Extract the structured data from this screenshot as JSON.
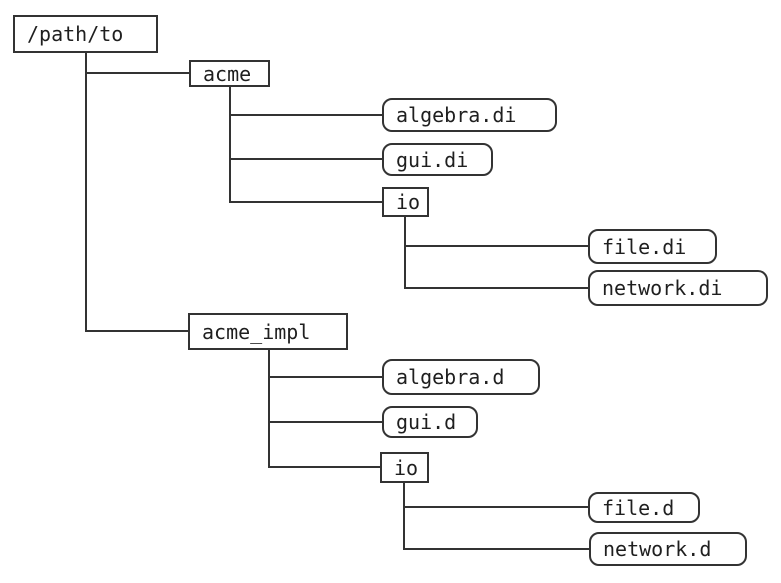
{
  "diagram": {
    "kind": "directory-tree",
    "colors": {
      "background": "#ffffff",
      "stroke": "#333333",
      "text": "#1f1f1f"
    },
    "legend": {
      "directory_shape": "rectangle",
      "file_shape": "rounded-rectangle"
    },
    "nodes": [
      {
        "id": "path-to",
        "label": "/path/to",
        "kind": "directory",
        "parent": null
      },
      {
        "id": "acme",
        "label": "acme",
        "kind": "directory",
        "parent": "path-to"
      },
      {
        "id": "algebra-di",
        "label": "algebra.di",
        "kind": "file",
        "parent": "acme"
      },
      {
        "id": "gui-di",
        "label": "gui.di",
        "kind": "file",
        "parent": "acme"
      },
      {
        "id": "acme-io",
        "label": "io",
        "kind": "directory",
        "parent": "acme"
      },
      {
        "id": "file-di",
        "label": "file.di",
        "kind": "file",
        "parent": "acme-io"
      },
      {
        "id": "network-di",
        "label": "network.di",
        "kind": "file",
        "parent": "acme-io"
      },
      {
        "id": "acme-impl",
        "label": "acme_impl",
        "kind": "directory",
        "parent": "path-to"
      },
      {
        "id": "algebra-d",
        "label": "algebra.d",
        "kind": "file",
        "parent": "acme-impl"
      },
      {
        "id": "gui-d",
        "label": "gui.d",
        "kind": "file",
        "parent": "acme-impl"
      },
      {
        "id": "acme-impl-io",
        "label": "io",
        "kind": "directory",
        "parent": "acme-impl"
      },
      {
        "id": "file-d",
        "label": "file.d",
        "kind": "file",
        "parent": "acme-impl-io"
      },
      {
        "id": "network-d",
        "label": "network.d",
        "kind": "file",
        "parent": "acme-impl-io"
      }
    ]
  }
}
